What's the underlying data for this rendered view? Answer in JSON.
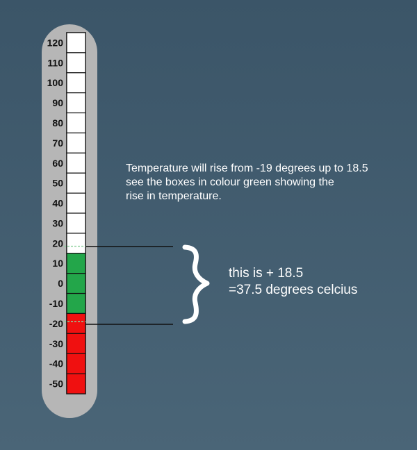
{
  "thermometer": {
    "scale_labels": [
      "120",
      "110",
      "100",
      "90",
      "80",
      "70",
      "60",
      "50",
      "40",
      "30",
      "20",
      "10",
      "0",
      "-10",
      "-20",
      "-30",
      "-40",
      "-50"
    ],
    "scale_values": [
      120,
      110,
      100,
      90,
      80,
      70,
      60,
      50,
      40,
      30,
      20,
      10,
      0,
      -10,
      -20,
      -30,
      -40,
      -50
    ],
    "range_min": -55,
    "range_max": 125,
    "rise_from": -19,
    "rise_to": 18.5,
    "colors": {
      "tube": "#b6b6b6",
      "empty": "#ffffff",
      "rise": "#23a64a",
      "cold": "#f01010",
      "grid": "#111111"
    }
  },
  "annotation": {
    "lines": [
      "Temperature will rise from -19 degrees up to 18.5",
      "see the boxes in colour green showing the",
      "rise in temperature."
    ]
  },
  "result": {
    "lines": [
      "this is + 18.5",
      "=37.5 degrees celcius"
    ]
  }
}
